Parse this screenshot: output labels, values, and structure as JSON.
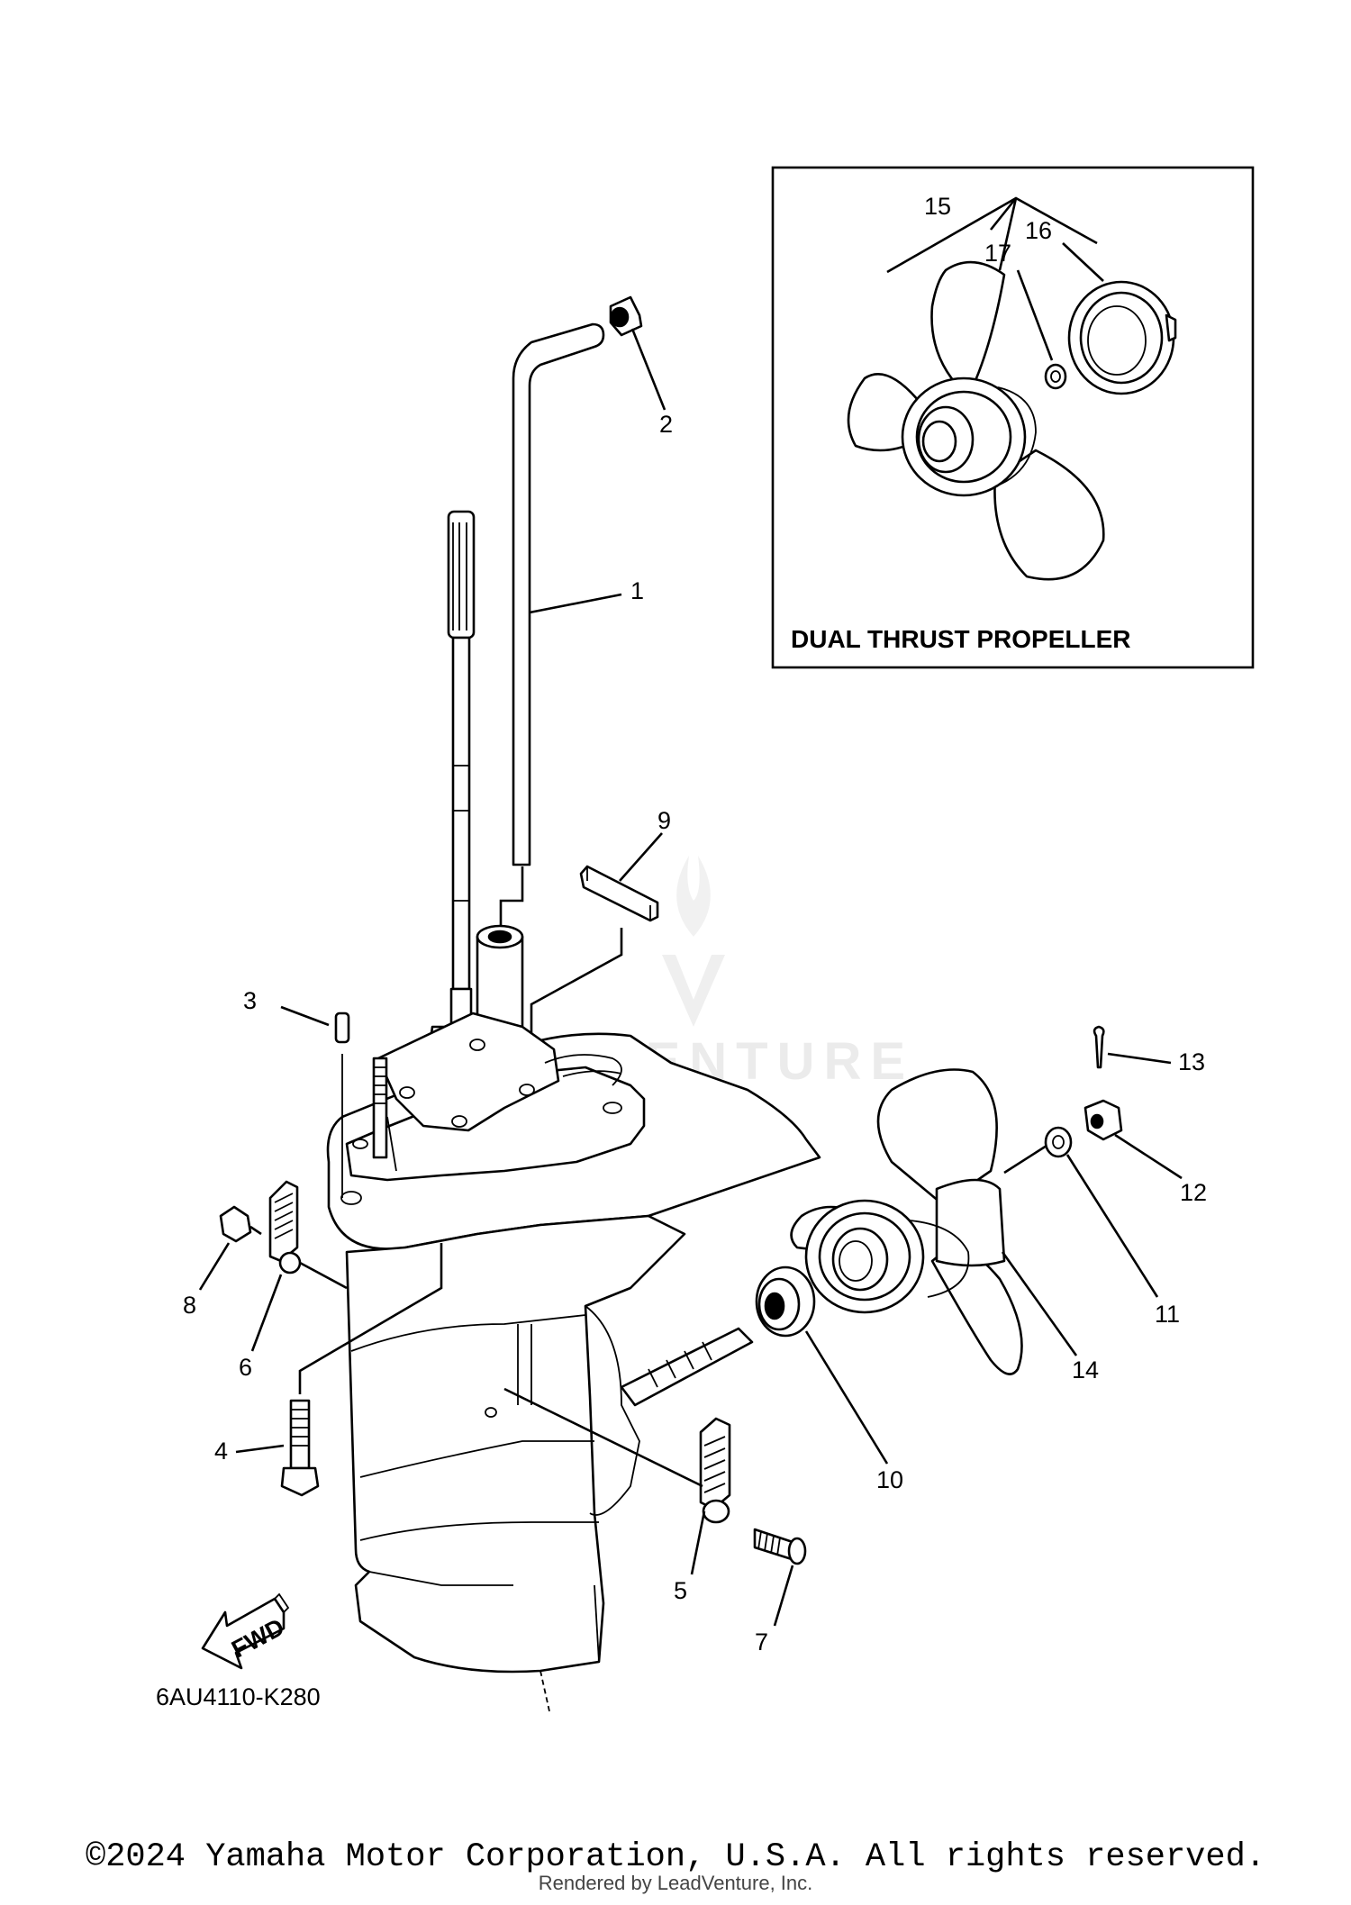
{
  "inset": {
    "title": "DUAL THRUST PROPELLER"
  },
  "callouts": [
    "1",
    "2",
    "3",
    "4",
    "5",
    "6",
    "7",
    "8",
    "9",
    "10",
    "11",
    "12",
    "13",
    "14",
    "15",
    "16",
    "17"
  ],
  "diagram_code": "6AU4110-K280",
  "fwd_label": "FWD",
  "watermark": "LEADVENTURE",
  "copyright": "©2024 Yamaha Motor Corporation, U.S.A. All rights reserved.",
  "rendered_by": "Rendered by LeadVenture, Inc."
}
